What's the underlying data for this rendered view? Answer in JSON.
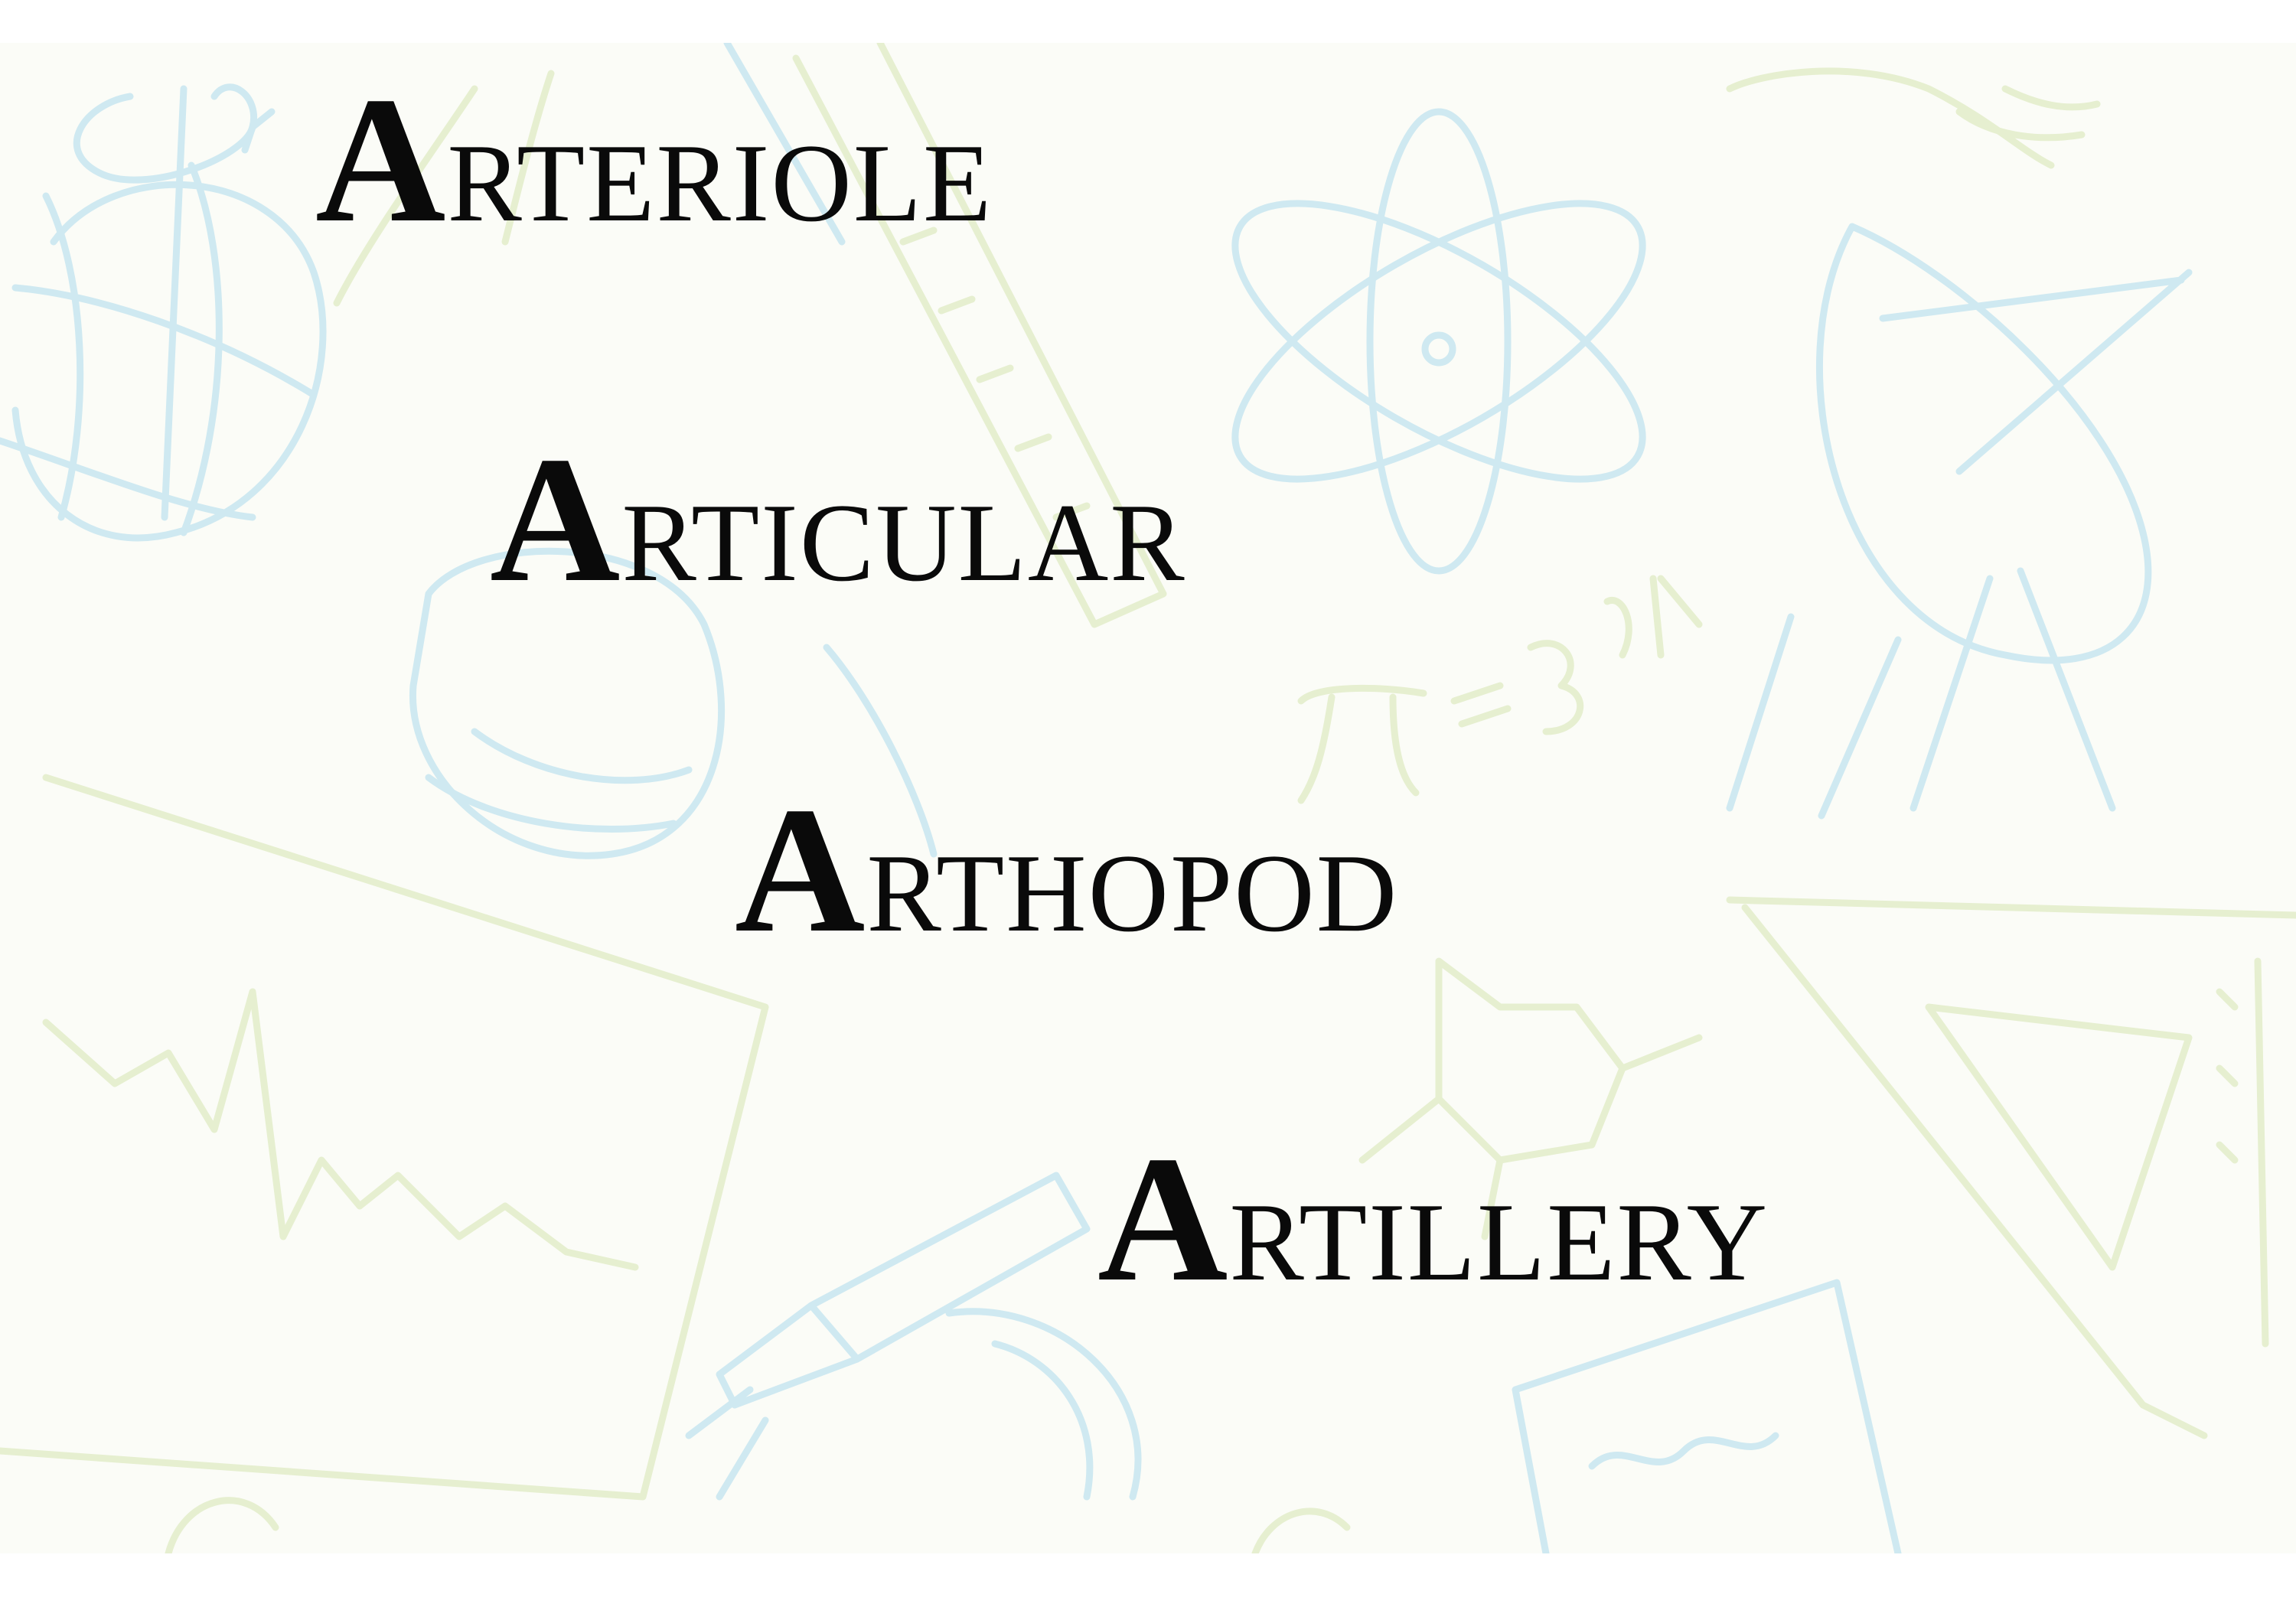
{
  "terms": [
    {
      "initial": "A",
      "rest": "RTERIOLE"
    },
    {
      "initial": "A",
      "rest": "RTICULAR"
    },
    {
      "initial": "A",
      "rest": "RTHOPOD"
    },
    {
      "initial": "A",
      "rest": "RTILLERY"
    }
  ],
  "background": {
    "doodle_colors": {
      "blue": "#cfe9f1",
      "green": "#e6efd0"
    },
    "formula": "π = 3,14",
    "icons": [
      "caduceus-icon",
      "globe-icon",
      "atom-icon",
      "satellite-dish-icon",
      "ruler-icon",
      "magnifying-glass-icon",
      "graph-paper-icon",
      "flask-icon",
      "notebook-icon",
      "rocket-icon",
      "triangle-ruler-icon",
      "microscope-icon"
    ]
  }
}
